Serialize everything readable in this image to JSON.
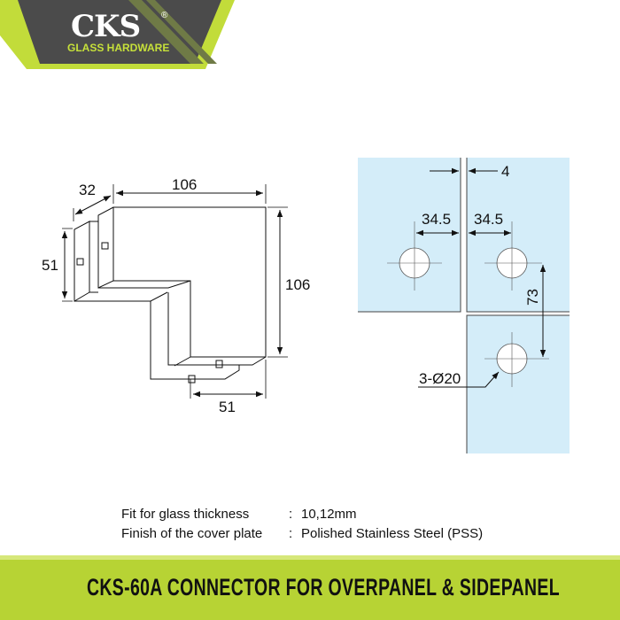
{
  "logo": {
    "brand": "CKS",
    "registered": "®",
    "tagline": "GLASS HARDWARE"
  },
  "left_drawing": {
    "dims": {
      "depth": "32",
      "width": "106",
      "height": "106",
      "side_height": "51",
      "bottom_width": "51"
    }
  },
  "right_drawing": {
    "dims": {
      "gap": "4",
      "offset_left": "34.5",
      "offset_right": "34.5",
      "vertical": "73",
      "holes": "3-Ø20"
    },
    "glass_color": "#d4edf9"
  },
  "specs": [
    {
      "label": "Fit for glass thickness",
      "sep": ":",
      "value": "10,12mm"
    },
    {
      "label": "Finish of the cover plate",
      "sep": ":",
      "value": "Polished Stainless Steel (PSS)"
    }
  ],
  "banner": {
    "title": "CKS-60A CONNECTOR FOR OVERPANEL & SIDEPANEL",
    "color": "#b7d334"
  }
}
